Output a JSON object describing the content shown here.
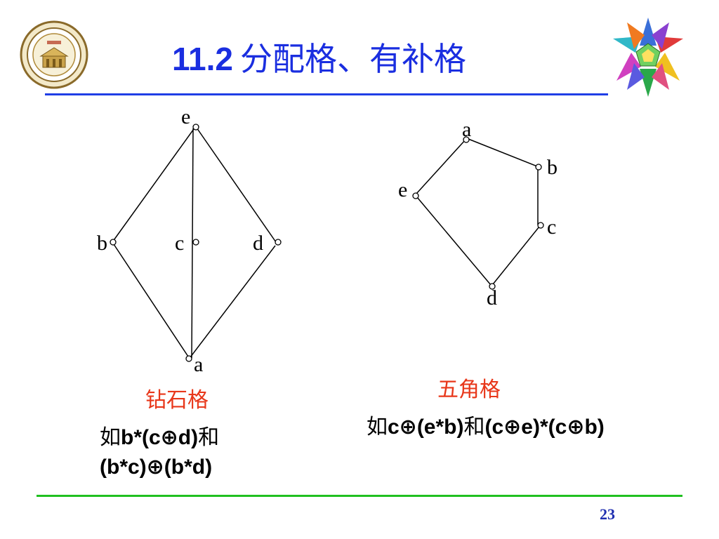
{
  "title": {
    "number": "11.2",
    "text": "分配格、有补格"
  },
  "diamond": {
    "nodes": {
      "e": "e",
      "b": "b",
      "c": "c",
      "d": "d",
      "a": "a"
    },
    "caption": "钻石格",
    "example_line1_prefix": "如",
    "example_line1_expr": "b*(c⊕d)",
    "example_line1_suffix": "和",
    "example_line2": "(b*c)⊕(b*d)"
  },
  "pentagon": {
    "nodes": {
      "a": "a",
      "b": "b",
      "c": "c",
      "d": "d",
      "e": "e"
    },
    "caption": "五角格",
    "example_prefix": "如",
    "example_expr1": "c⊕(e*b)",
    "example_mid": "和",
    "example_expr2": "(c⊕e)*(c⊕b)"
  },
  "page_number": "23",
  "colors": {
    "title": "#1a2ee0",
    "caption": "#e8371a",
    "top_rule": "#1f3ee6",
    "bottom_rule": "#20c020",
    "page_number": "#1f2eb0"
  },
  "icons": {
    "left": "university-seal-icon",
    "right": "polyhedron-star-icon"
  }
}
